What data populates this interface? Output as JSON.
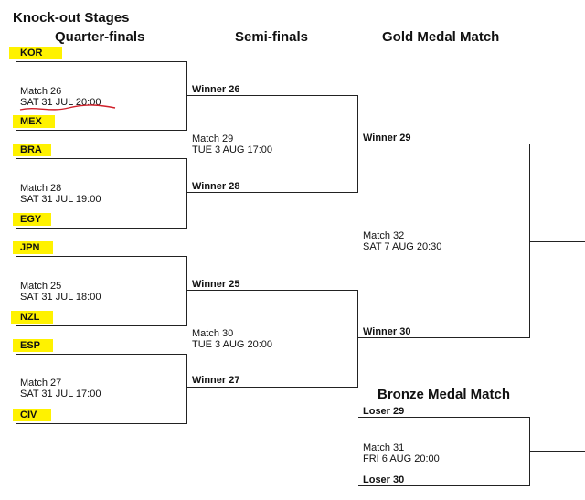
{
  "page": {
    "title": "Knock-out Stages"
  },
  "columns": {
    "qf": "Quarter-finals",
    "sf": "Semi-finals",
    "gold": "Gold Medal Match",
    "bronze": "Bronze Medal Match"
  },
  "quarterfinals": [
    {
      "team1": "KOR",
      "team2": "MEX",
      "match": "Match 26",
      "datetime": "SAT 31 JUL 20:00"
    },
    {
      "team1": "BRA",
      "team2": "EGY",
      "match": "Match 28",
      "datetime": "SAT 31 JUL 19:00"
    },
    {
      "team1": "JPN",
      "team2": "NZL",
      "match": "Match 25",
      "datetime": "SAT 31 JUL 18:00"
    },
    {
      "team1": "ESP",
      "team2": "CIV",
      "match": "Match 27",
      "datetime": "SAT 31 JUL 17:00"
    }
  ],
  "semifinals": [
    {
      "slot1": "Winner 26",
      "slot2": "Winner 28",
      "match": "Match 29",
      "datetime": "TUE 3 AUG 17:00"
    },
    {
      "slot1": "Winner 25",
      "slot2": "Winner 27",
      "match": "Match 30",
      "datetime": "TUE 3 AUG 20:00"
    }
  ],
  "gold": {
    "slot1": "Winner 29",
    "slot2": "Winner 30",
    "match": "Match 32",
    "datetime": "SAT 7 AUG 20:30"
  },
  "bronze": {
    "slot1": "Loser 29",
    "slot2": "Loser 30",
    "match": "Match 31",
    "datetime": "FRI 6 AUG 20:00"
  },
  "colors": {
    "highlight": "#fff200",
    "line": "#222222",
    "underline": "#d0202a"
  }
}
